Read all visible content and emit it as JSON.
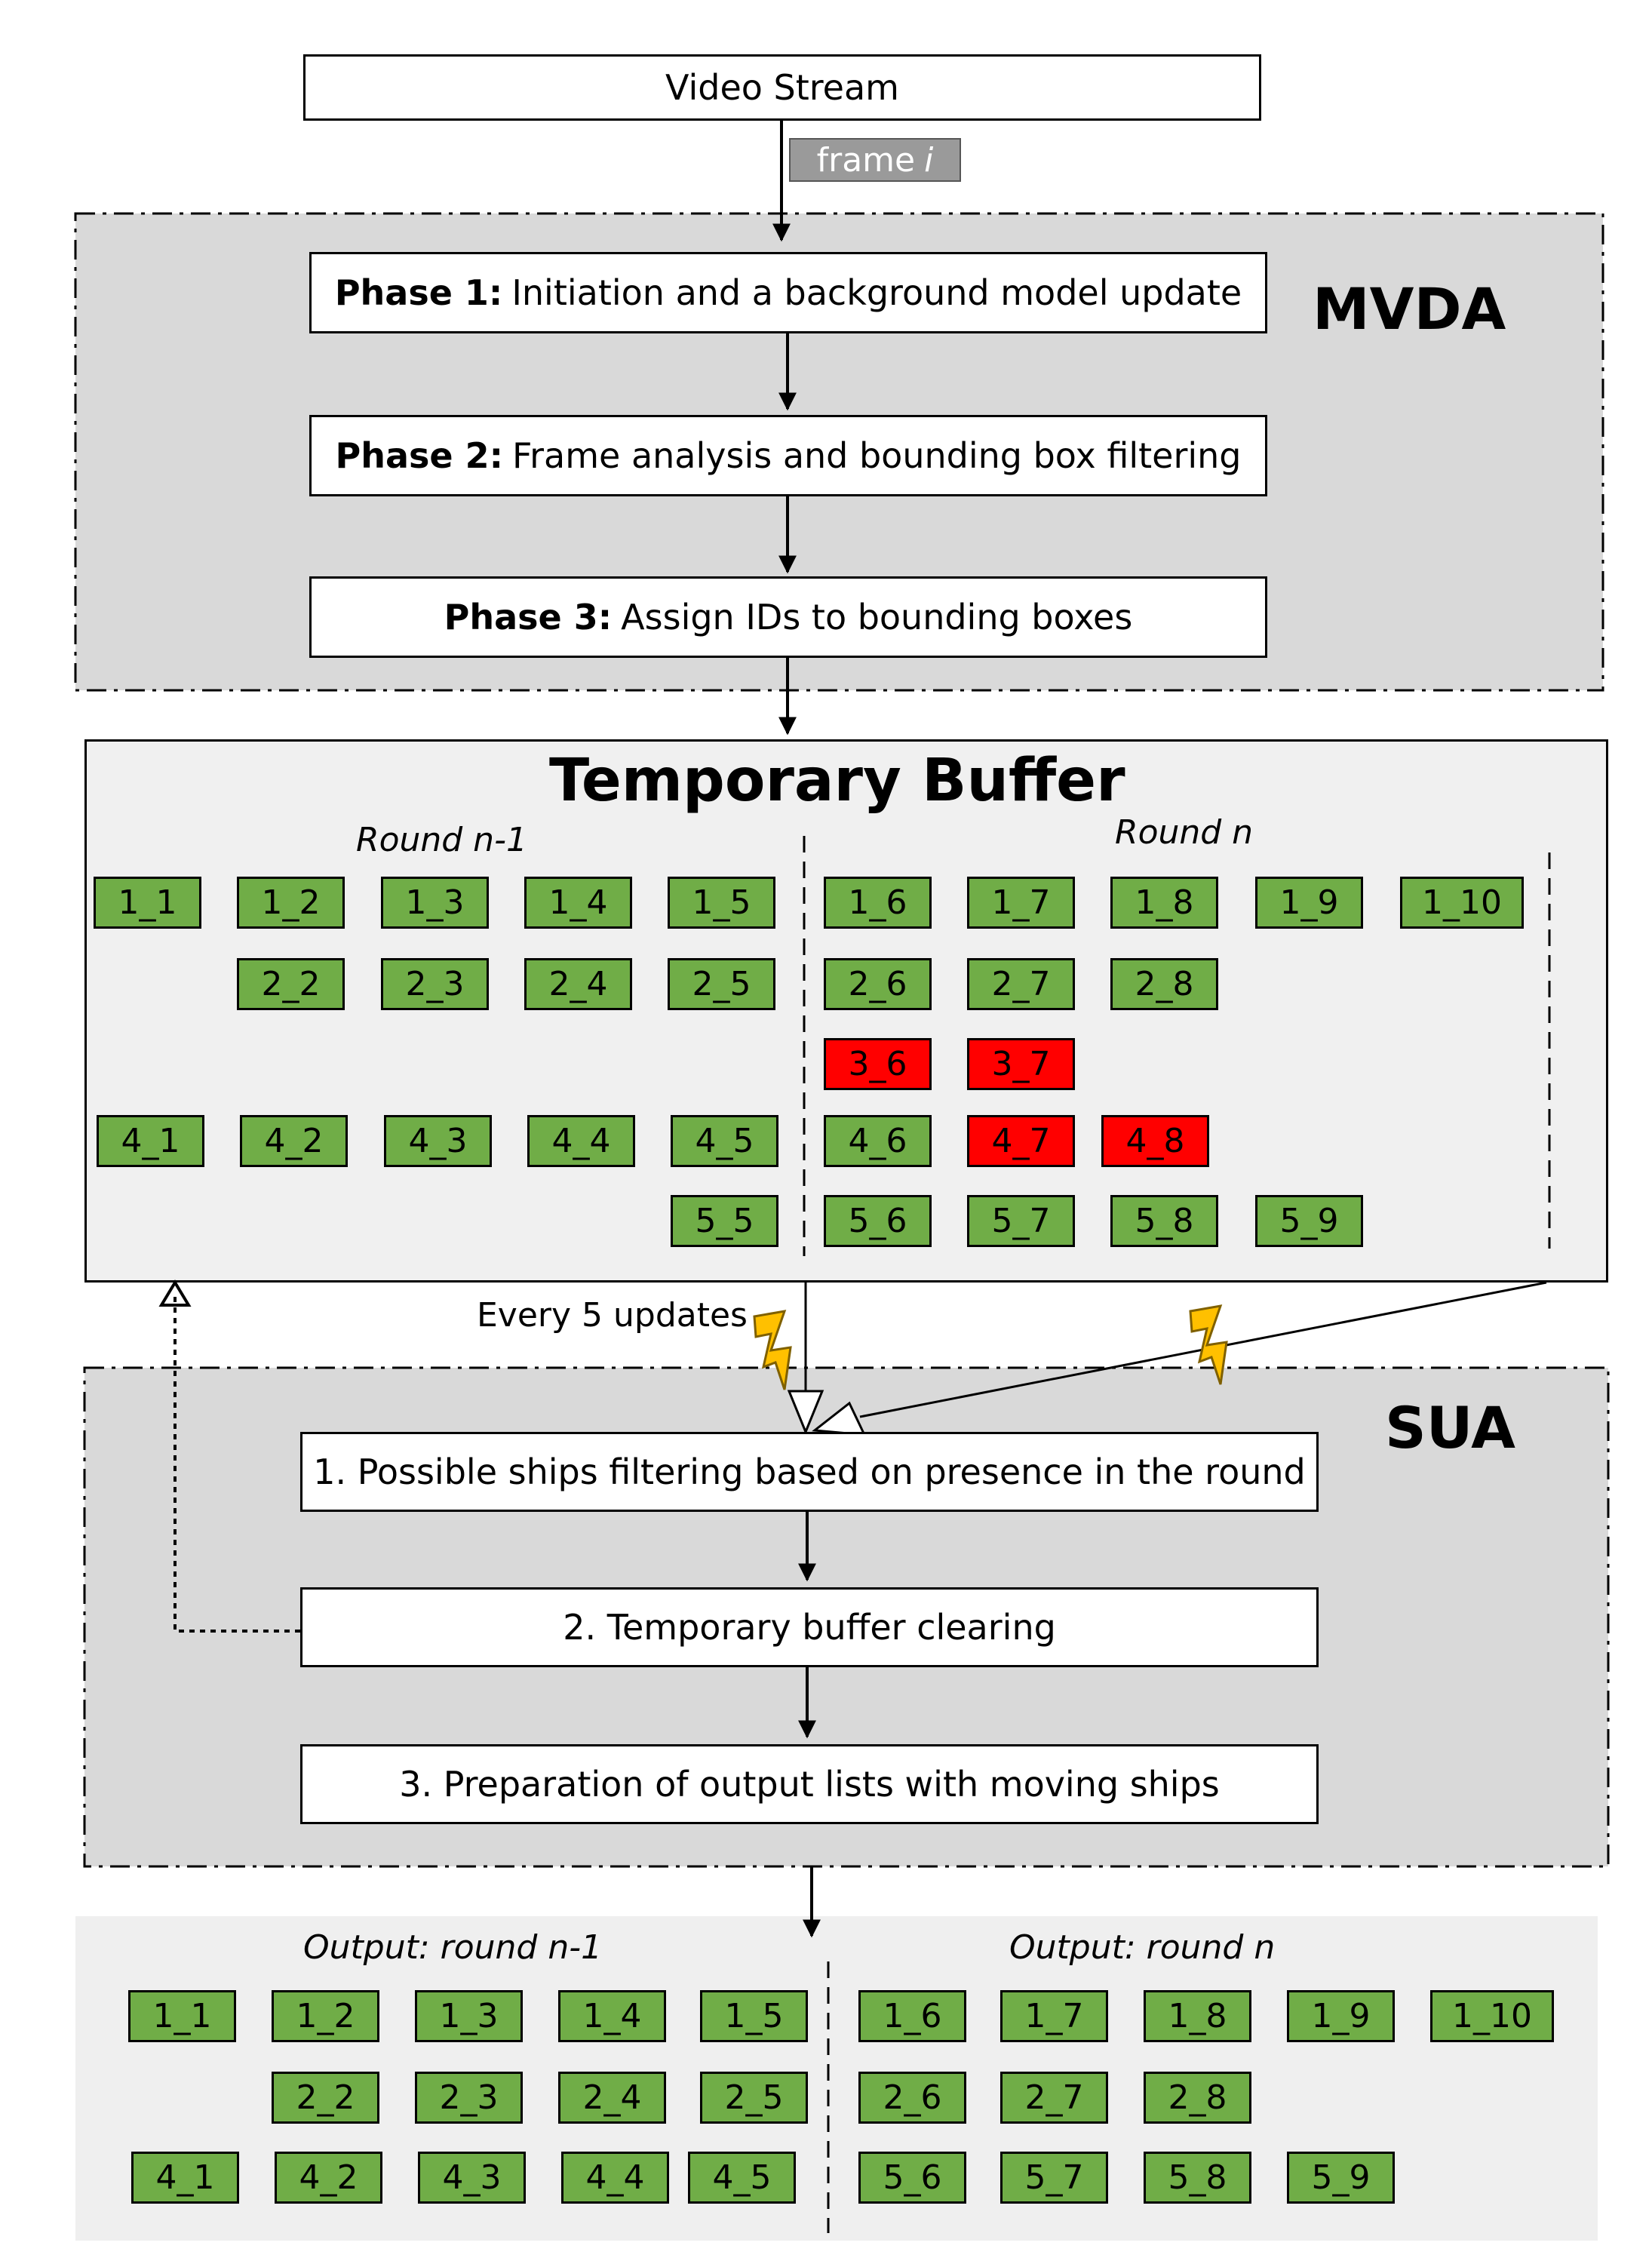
{
  "video_stream": "Video Stream",
  "frame_tag": {
    "text": "frame",
    "var": "i"
  },
  "mvda": {
    "title": "MVDA",
    "phases": [
      {
        "bold": "Phase 1:",
        "text": "Initiation and a background model update"
      },
      {
        "bold": "Phase 2:",
        "text": "Frame analysis and bounding box filtering"
      },
      {
        "bold": "Phase 3:",
        "text": "Assign IDs to bounding boxes"
      }
    ]
  },
  "buffer": {
    "title": "Temporary Buffer",
    "round_prev": "Round n-1",
    "round_curr": "Round n",
    "cells": [
      {
        "label": "1_1",
        "color": "green"
      },
      {
        "label": "1_2",
        "color": "green"
      },
      {
        "label": "1_3",
        "color": "green"
      },
      {
        "label": "1_4",
        "color": "green"
      },
      {
        "label": "1_5",
        "color": "green"
      },
      {
        "label": "1_6",
        "color": "green"
      },
      {
        "label": "1_7",
        "color": "green"
      },
      {
        "label": "1_8",
        "color": "green"
      },
      {
        "label": "1_9",
        "color": "green"
      },
      {
        "label": "1_10",
        "color": "green"
      },
      {
        "label": "2_2",
        "color": "green"
      },
      {
        "label": "2_3",
        "color": "green"
      },
      {
        "label": "2_4",
        "color": "green"
      },
      {
        "label": "2_5",
        "color": "green"
      },
      {
        "label": "2_6",
        "color": "green"
      },
      {
        "label": "2_7",
        "color": "green"
      },
      {
        "label": "2_8",
        "color": "green"
      },
      {
        "label": "3_6",
        "color": "red"
      },
      {
        "label": "3_7",
        "color": "red"
      },
      {
        "label": "4_1",
        "color": "green"
      },
      {
        "label": "4_2",
        "color": "green"
      },
      {
        "label": "4_3",
        "color": "green"
      },
      {
        "label": "4_4",
        "color": "green"
      },
      {
        "label": "4_5",
        "color": "green"
      },
      {
        "label": "4_6",
        "color": "green"
      },
      {
        "label": "4_7",
        "color": "red"
      },
      {
        "label": "4_8",
        "color": "red"
      },
      {
        "label": "5_5",
        "color": "green"
      },
      {
        "label": "5_6",
        "color": "green"
      },
      {
        "label": "5_7",
        "color": "green"
      },
      {
        "label": "5_8",
        "color": "green"
      },
      {
        "label": "5_9",
        "color": "green"
      }
    ]
  },
  "trigger_label": "Every 5 updates",
  "sua": {
    "title": "SUA",
    "steps": [
      "1. Possible ships filtering based on presence in the round",
      "2. Temporary buffer clearing",
      "3. Preparation of output lists with moving ships"
    ]
  },
  "output": {
    "round_prev": "Output: round n-1",
    "round_curr": "Output: round n",
    "cells": [
      "1_1",
      "1_2",
      "1_3",
      "1_4",
      "1_5",
      "1_6",
      "1_7",
      "1_8",
      "1_9",
      "1_10",
      "2_2",
      "2_3",
      "2_4",
      "2_5",
      "2_6",
      "2_7",
      "2_8",
      "4_1",
      "4_2",
      "4_3",
      "4_4",
      "4_5",
      "5_6",
      "5_7",
      "5_8",
      "5_9"
    ]
  },
  "colors": {
    "green": "#70ad47",
    "red": "#ff0000",
    "gray_region": "#d9d9d9",
    "bolt": "#ffc000"
  }
}
